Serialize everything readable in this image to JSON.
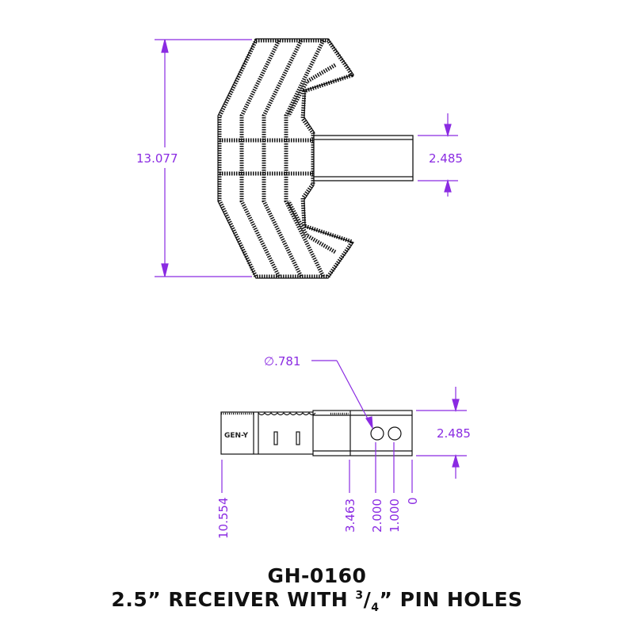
{
  "colors": {
    "dimension": "#8a2be2",
    "outline": "#111111",
    "background": "#ffffff"
  },
  "top_view": {
    "overall_height_dim": "13.077",
    "receiver_height_dim": "2.485"
  },
  "side_view": {
    "hole_diameter_dim": "∅.781",
    "receiver_height_dim": "2.485",
    "logo_text": "GEN-Y",
    "ordinate_dims": [
      "10.554",
      "3.463",
      "2.000",
      "1.000",
      "0"
    ]
  },
  "title_block": {
    "part_number": "GH-0160",
    "description_prefix": "2.5” RECEIVER WITH ",
    "fraction_numerator": "3",
    "fraction_slash": "/",
    "fraction_denominator": "4",
    "description_suffix": "” PIN HOLES"
  }
}
